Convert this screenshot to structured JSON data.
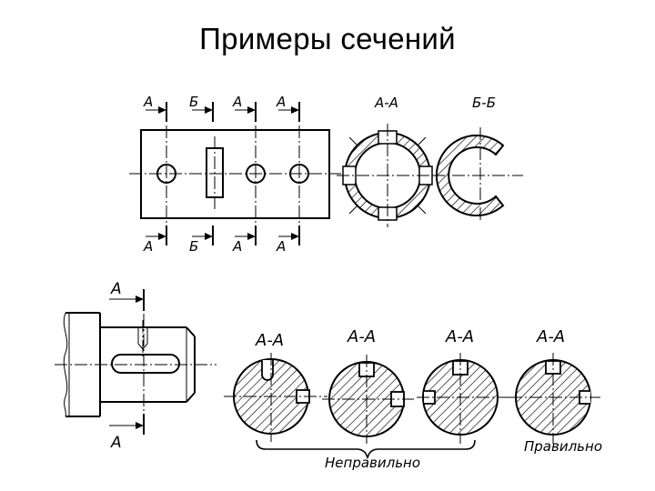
{
  "slide": {
    "title": "Примеры сечений"
  },
  "plate": {
    "cut_labels_top": [
      "А",
      "Б",
      "А",
      "А"
    ],
    "cut_labels_bottom": [
      "А",
      "Б",
      "А",
      "А"
    ]
  },
  "plate_sections": {
    "section_aa": "А-А",
    "section_bb": "Б-Б"
  },
  "shaft": {
    "cut_label_top": "А",
    "cut_label_bottom": "А"
  },
  "shaft_sections": {
    "labels": [
      "А-А",
      "А-А",
      "А-А",
      "А-А"
    ],
    "wrong_caption": "Неправильно",
    "right_caption": "Правильно"
  }
}
